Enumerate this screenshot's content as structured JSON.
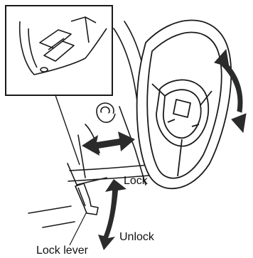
{
  "labels": {
    "lock": "Lock",
    "unlock": "Unlock",
    "lock_lever": "Lock lever"
  },
  "colors": {
    "stroke": "#1a1a1a",
    "arrow_fill": "#2b2b2b",
    "background": "#ffffff"
  }
}
